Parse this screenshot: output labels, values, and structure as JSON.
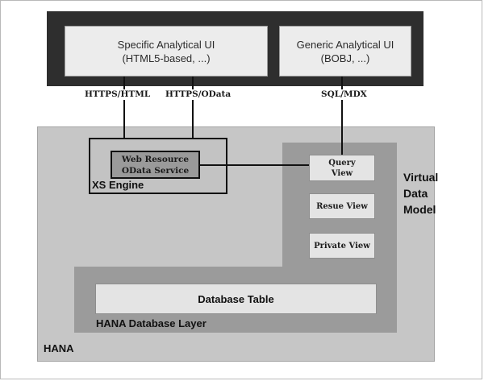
{
  "clients": {
    "specific_title": "Specific Analytical UI",
    "specific_subtitle": "(HTML5-based, ...)",
    "generic_title": "Generic Analytical UI",
    "generic_subtitle": "(BOBJ, ...)"
  },
  "connections": {
    "https_html": "HTTPS/HTML",
    "https_odata": "HTTPS/OData",
    "sql_mdx": "SQL/MDX"
  },
  "xs_engine": {
    "title": "XS Engine",
    "web_resource": "Web Resource",
    "odata_service": "OData Service"
  },
  "virtual_data_model": {
    "title_line1": "Virtual",
    "title_line2": "Data",
    "title_line3": "Model",
    "query_view_line1": "Query",
    "query_view_line2": "View",
    "resue_view": "Resue View",
    "private_view": "Private View"
  },
  "database_layer": {
    "table": "Database Table",
    "title": "HANA Database Layer"
  },
  "hana": {
    "title": "HANA"
  },
  "colors": {
    "top_bar": "#2e2e2e",
    "hana_area": "#c6c6c6",
    "db_layer": "#9b9b9b",
    "ui_box": "#ececec",
    "connector": "#111111"
  }
}
